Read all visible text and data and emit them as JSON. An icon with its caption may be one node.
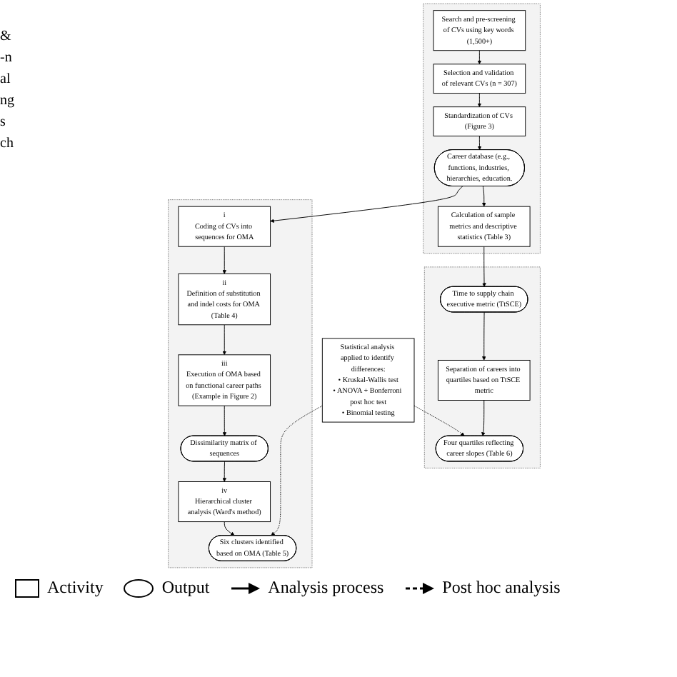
{
  "diagram": {
    "nodes": [
      {
        "text": [],
        "shape": "box"
      },
      {
        "text": [
          "Search and pre-screening of CVs using key words (1,500+)"
        ],
        "in": 0
      },
      {
        "text": [
          "Selection and validation of relevant CVs (n = 307)"
        ],
        "in": 0
      },
      {
        "text": [
          "Standardization of CVs (Figure 3)"
        ],
        "in": 0
      },
      {
        "text": [
          "Career database (e.g., functions, industries, hierarchies, education."
        ],
        "in": 0
      },
      {
        "text": [
          "Calculation of sample metrics and descriptive statistics (Table 3)"
        ],
        "in": 0
      },
      {
        "text": [],
        "shape": "box"
      },
      {
        "text": [
          "i",
          "Coding of CVs into sequences for OMA"
        ],
        "in": 6
      },
      {
        "text": [
          "ii",
          "Definition of substitution and indel costs for OMA (Table 4)"
        ],
        "in": 6
      },
      {
        "text": [
          "iii",
          "Execution of OMA based on functional career paths (Example in Figure 2)"
        ],
        "in": 6
      },
      {
        "text": [
          "Dissimilarity matrix of sequences"
        ],
        "in": 6
      },
      {
        "text": [
          "iv",
          "Hierarchical cluster analysis (Ward's method)"
        ],
        "in": 6
      },
      {
        "text": [
          "Six clusters identified based on OMA (Table 5)"
        ],
        "in": 6
      },
      {
        "text": [],
        "shape": "box"
      },
      {
        "text": [
          "Time to supply chain executive metric (TtSCE)"
        ],
        "in": 13
      },
      {
        "text": [
          "Separation of careers into quartiles based on TtSCE metric"
        ],
        "in": 13
      },
      {
        "text": [
          "Four quartiles reflecting career slopes (Table 6)"
        ],
        "in": 13
      },
      {
        "text": [
          "Statistical analysis applied to identify differences:",
          "• Kruskal-Wallis test",
          "• ANOVA + Bonferroni post hoc test",
          "• Binomial testing"
        ]
      }
    ],
    "edges": [
      {
        "from": 1,
        "to": 2,
        "arrow": "to"
      },
      {
        "from": 2,
        "to": 3,
        "arrow": "to"
      },
      {
        "from": 3,
        "to": 4,
        "arrow": "to"
      },
      {
        "from": 4,
        "to": 5,
        "arrow": "to"
      },
      {
        "from": 4,
        "to": 7,
        "arrow": "to"
      },
      {
        "from": 5,
        "to": 14,
        "arrow": "to"
      },
      {
        "from": 7,
        "to": 8,
        "arrow": "to"
      },
      {
        "from": 8,
        "to": 9,
        "arrow": "to"
      },
      {
        "from": 9,
        "to": 10,
        "arrow": "to"
      },
      {
        "from": 10,
        "to": 11,
        "arrow": "to"
      },
      {
        "from": 11,
        "to": 12,
        "arrow": "to"
      },
      {
        "from": 14,
        "to": 15,
        "arrow": "to"
      },
      {
        "from": 15,
        "to": 16,
        "arrow": "to"
      },
      {
        "from": 17,
        "to": 12,
        "arrow": "to",
        "style": "dashed"
      },
      {
        "from": 17,
        "to": 16,
        "arrow": "to",
        "style": "dashed"
      }
    ],
    "labels": [
      "&",
      "-n",
      "al",
      "ng",
      "s",
      "ch"
    ],
    "legend": [
      {
        "text": "Activity"
      },
      {
        "text": "Output"
      },
      {
        "text": "Analysis process"
      },
      {
        "text": "Post hoc analysis"
      }
    ]
  }
}
